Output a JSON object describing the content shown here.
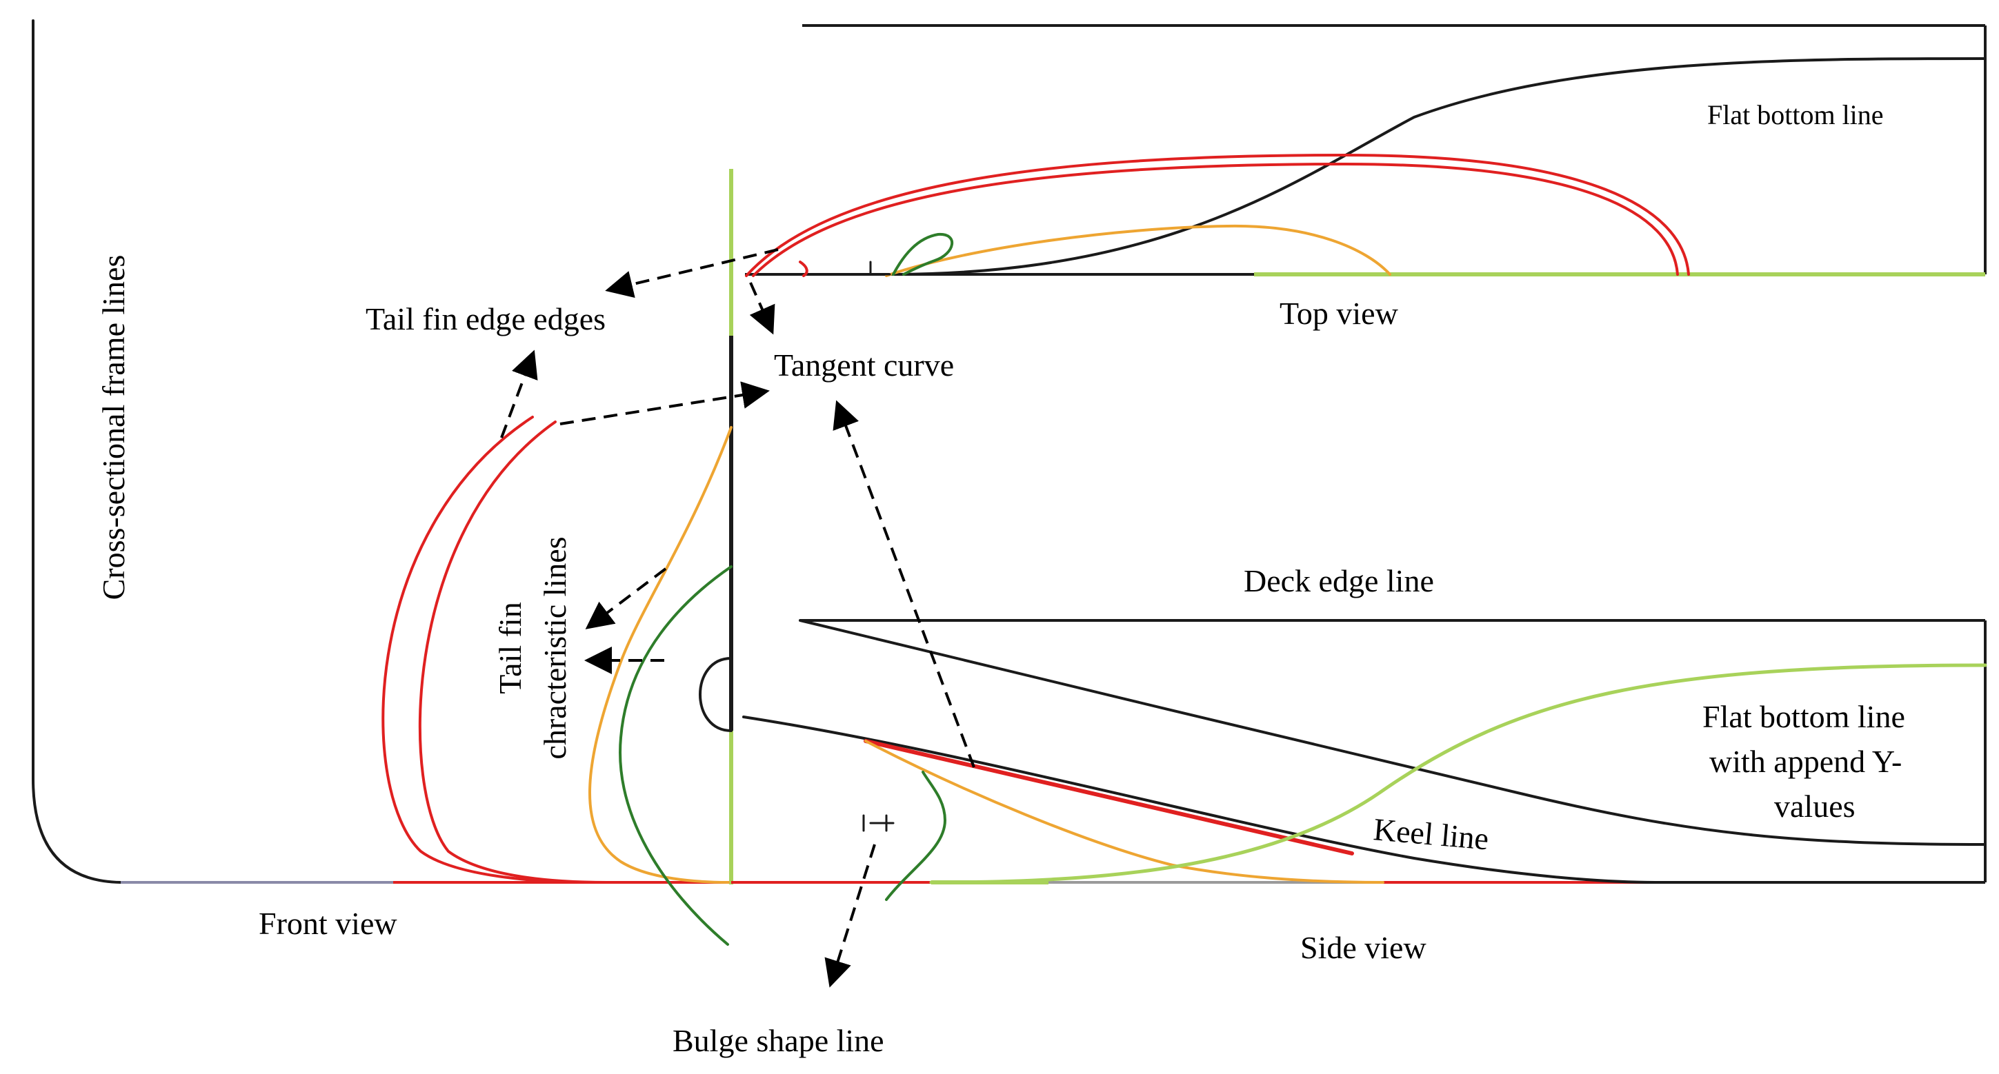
{
  "labels": {
    "cross_section": "Cross-sectional frame lines",
    "flat_bottom_top": "Flat bottom line",
    "tail_fin_edges": "Tail fin edge edges",
    "top_view": "Top view",
    "tangent_curve": "Tangent curve",
    "deck_edge": "Deck edge line",
    "tail_fin_char_1": "Tail fin",
    "tail_fin_char_2": "chracteristic lines",
    "flat_bottom_side_1": "Flat bottom line",
    "flat_bottom_side_2": "with append Y-",
    "flat_bottom_side_3": "values",
    "keel_line": "Keel line",
    "front_view": "Front view",
    "side_view": "Side view",
    "bulge_shape": "Bulge shape line"
  },
  "colors": {
    "black": "#1a1a1a",
    "red": "#e02020",
    "orange": "#eea532",
    "green": "#2e7d2a",
    "light_green": "#a8d25a",
    "grey_blue": "#8a8aa8"
  }
}
